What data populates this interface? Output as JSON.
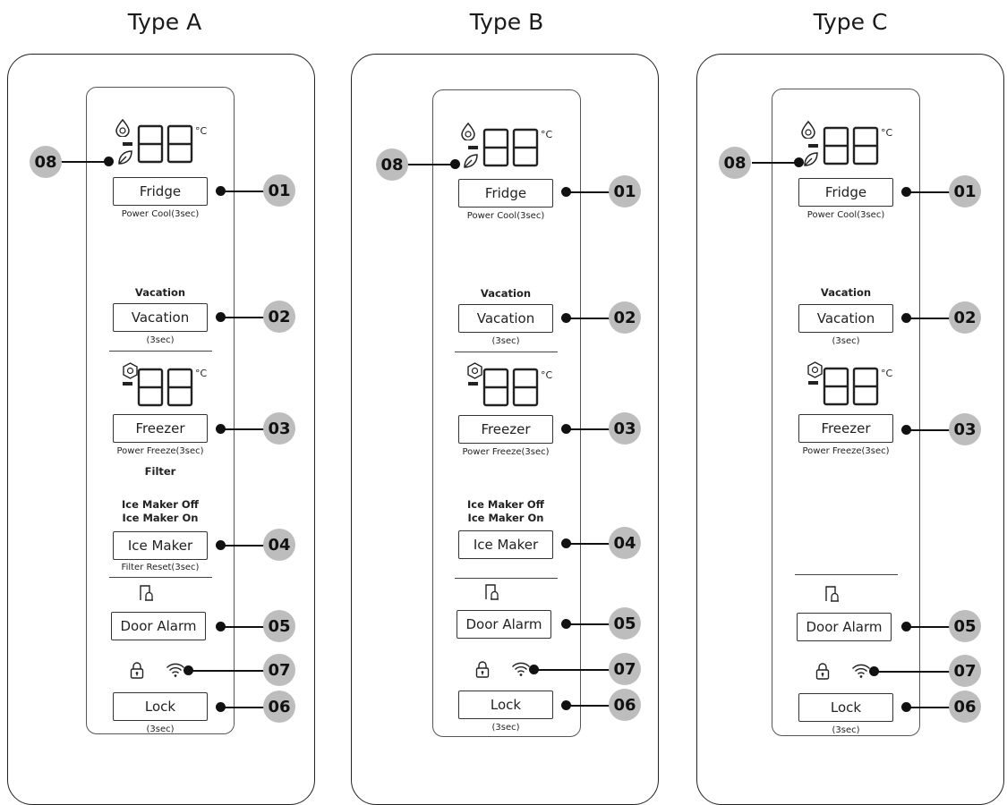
{
  "panels": [
    {
      "title": "Type A",
      "fridge": {
        "label": "Fridge",
        "sub": "Power Cool(3sec)",
        "unit": "°C"
      },
      "vacation": {
        "top": "Vacation",
        "label": "Vacation",
        "sub": "(3sec)"
      },
      "freezer": {
        "label": "Freezer",
        "sub": "Power Freeze(3sec)",
        "unit": "°C"
      },
      "filter": "Filter",
      "ice_top": [
        "Ice Maker Off",
        "Ice Maker On"
      ],
      "ice": {
        "label": "Ice Maker",
        "sub": "Filter Reset(3sec)"
      },
      "door": {
        "label": "Door Alarm"
      },
      "lock": {
        "label": "Lock",
        "sub": "(3sec)"
      },
      "badges": {
        "b01": "01",
        "b02": "02",
        "b03": "03",
        "b04": "04",
        "b05": "05",
        "b06": "06",
        "b07": "07",
        "b08": "08"
      }
    },
    {
      "title": "Type B",
      "fridge": {
        "label": "Fridge",
        "sub": "Power Cool(3sec)",
        "unit": "°C"
      },
      "vacation": {
        "top": "Vacation",
        "label": "Vacation",
        "sub": "(3sec)"
      },
      "freezer": {
        "label": "Freezer",
        "sub": "Power Freeze(3sec)",
        "unit": "°C"
      },
      "filter": "",
      "ice_top": [
        "Ice Maker Off",
        "Ice Maker On"
      ],
      "ice": {
        "label": "Ice Maker",
        "sub": ""
      },
      "door": {
        "label": "Door Alarm"
      },
      "lock": {
        "label": "Lock",
        "sub": "(3sec)"
      },
      "badges": {
        "b01": "01",
        "b02": "02",
        "b03": "03",
        "b04": "04",
        "b05": "05",
        "b06": "06",
        "b07": "07",
        "b08": "08"
      }
    },
    {
      "title": "Type C",
      "fridge": {
        "label": "Fridge",
        "sub": "Power Cool(3sec)",
        "unit": "°C"
      },
      "vacation": {
        "top": "Vacation",
        "label": "Vacation",
        "sub": "(3sec)"
      },
      "freezer": {
        "label": "Freezer",
        "sub": "Power Freeze(3sec)",
        "unit": "°C"
      },
      "door": {
        "label": "Door Alarm"
      },
      "lock": {
        "label": "Lock",
        "sub": "(3sec)"
      },
      "badges": {
        "b01": "01",
        "b02": "02",
        "b03": "03",
        "b05": "05",
        "b06": "06",
        "b07": "07",
        "b08": "08"
      }
    }
  ]
}
